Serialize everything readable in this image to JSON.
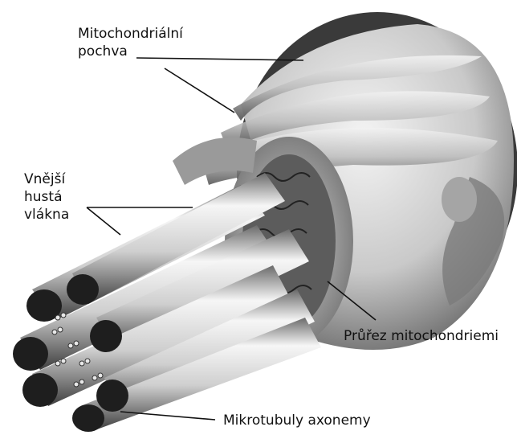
{
  "labels": {
    "mitochondrial_sheath": [
      "Mitochondriální",
      "pochva"
    ],
    "outer_dense_fibers": [
      "Vnější",
      "hustá",
      "vlákna"
    ],
    "mitochondria_section": "Průřez mitochondriemi",
    "axoneme_microtubules": "Mikrotubuly axonemy"
  },
  "colors": {
    "ink": "#111111",
    "shade_dark": "#2a2a2a",
    "shade_mid": "#8a8a8a",
    "shade_light": "#e6e6e6"
  }
}
